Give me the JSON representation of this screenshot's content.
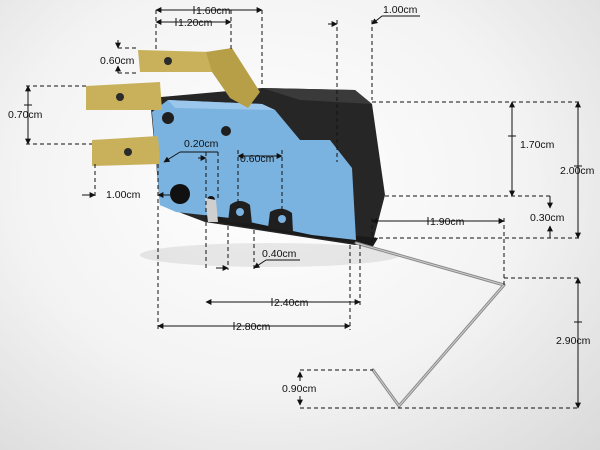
{
  "diagram": {
    "colors": {
      "housing": "#262626",
      "cover": "#7bb3e0",
      "terminal": "#c8b15a",
      "lever": "#8a8a8a",
      "background": "#f4f4f4"
    },
    "dimensions": {
      "d_1_60": "1.60cm",
      "d_1_20": "1.20cm",
      "d_1_00_top": "1.00cm",
      "d_0_60_terminal": "0.60cm",
      "d_0_70": "0.70cm",
      "d_1_70": "1.70cm",
      "d_2_00": "2.00cm",
      "d_0_20": "0.20cm",
      "d_0_60_slots": "0.60cm",
      "d_1_00_left": "1.00cm",
      "d_0_30": "0.30cm",
      "d_1_90": "1.90cm",
      "d_0_40": "0.40cm",
      "d_2_40": "2.40cm",
      "d_2_80": "2.80cm",
      "d_2_90": "2.90cm",
      "d_0_90": "0.90cm"
    }
  }
}
